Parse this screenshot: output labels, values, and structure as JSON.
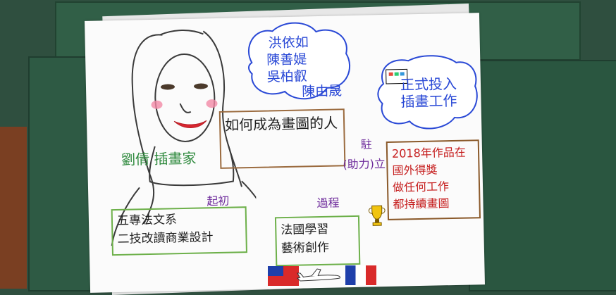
{
  "photo": {
    "title": "如何成為畫圖的人",
    "names": [
      "洪依如",
      "陳善媞",
      "吳柏叡",
      "陳由晟"
    ],
    "person_label": "劉倩 插畫家",
    "origin_label": "起初",
    "origin_text": "五專法文系\n二技改讀商業設計",
    "process_label": "過程",
    "process_text": "法國學習\n藝術創作",
    "help_label": "駐",
    "help_text": "(助力)立",
    "work_label": "正式投入\n插畫工作",
    "award_text": "2018年作品在\n國外得獎\n做任何工作\n都持續畫圖"
  }
}
